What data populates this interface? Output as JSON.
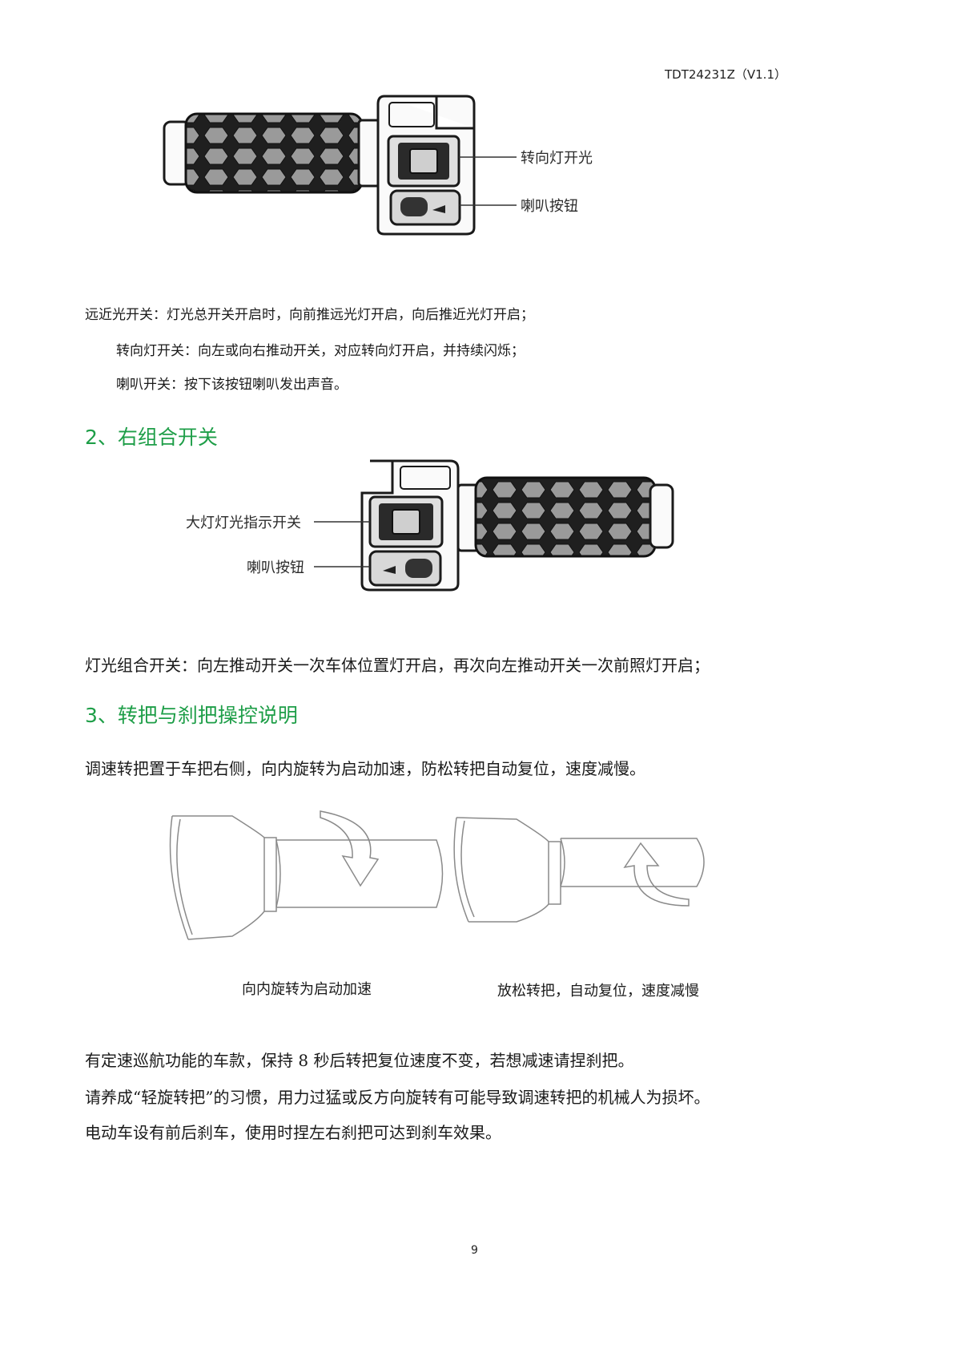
{
  "header": {
    "doc_id": "TDT24231Z（V1.1）"
  },
  "figure_left_switch": {
    "labels": {
      "turn_signal": "转向灯开光",
      "horn": "喇叭按钮"
    }
  },
  "left_switch_text": {
    "beam": "远近光开关：灯光总开关开启时，向前推远光灯开启，向后推近光灯开启；",
    "turn": "转向灯开关：向左或向右推动开关，对应转向灯开启，并持续闪烁；",
    "horn": "喇叭开关：按下该按钮喇叭发出声音。"
  },
  "section2": {
    "heading": "2、右组合开关"
  },
  "figure_right_switch": {
    "labels": {
      "light_indicator": "大灯灯光指示开关",
      "horn": "喇叭按钮"
    }
  },
  "right_switch_text": {
    "light": "灯光组合开关：向左推动开关一次车体位置灯开启，再次向左推动开关一次前照灯开启；"
  },
  "section3": {
    "heading": "3、转把与刹把操控说明"
  },
  "throttle_text": {
    "intro": "调速转把置于车把右侧，向内旋转为启动加速，防松转把自动复位，速度减慢。"
  },
  "figure_throttle": {
    "captions": {
      "accelerate": "向内旋转为启动加速",
      "release": "放松转把，自动复位，速度减慢"
    }
  },
  "notes": {
    "cruise": "有定速巡航功能的车款，保持 8 秒后转把复位速度不变，若想减速请捏刹把。",
    "habit": "请养成“轻旋转把”的习惯，用力过猛或反方向旋转有可能导致调速转把的机械人为损坏。",
    "brakes": "电动车设有前后刹车，使用时捏左右刹把可达到刹车效果。"
  },
  "footer": {
    "page_number": "9"
  }
}
